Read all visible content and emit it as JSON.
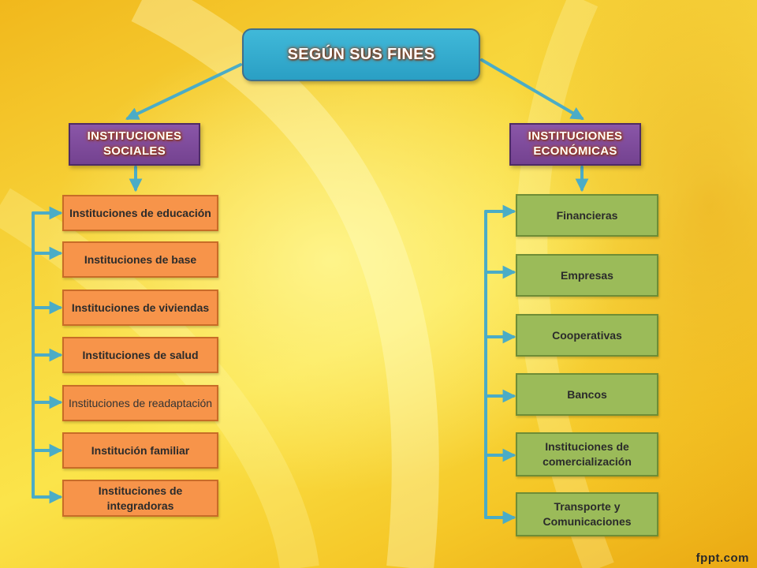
{
  "root": {
    "label": "SEGÚN SUS FINES"
  },
  "social": {
    "title": "INSTITUCIONES SOCIALES",
    "items": [
      "Instituciones de educación",
      "Instituciones de base",
      "Instituciones de viviendas",
      "Instituciones de salud",
      "Instituciones de readaptación",
      "Institución familiar",
      "Instituciones de integradoras"
    ]
  },
  "economic": {
    "title": "INSTITUCIONES ECONÓMICAS",
    "items": [
      "Financieras",
      "Empresas",
      "Cooperativas",
      "Bancos",
      "Instituciones de comercialización",
      "Transporte y Comunicaciones"
    ]
  },
  "watermark": "fppt.com",
  "colors": {
    "root_fill": "#2fa9cc",
    "category_fill": "#7d4a9c",
    "social_item_fill": "#f7944a",
    "economic_item_fill": "#9bbb59",
    "arrow": "#4bacc6",
    "background": "#f7d43a"
  }
}
